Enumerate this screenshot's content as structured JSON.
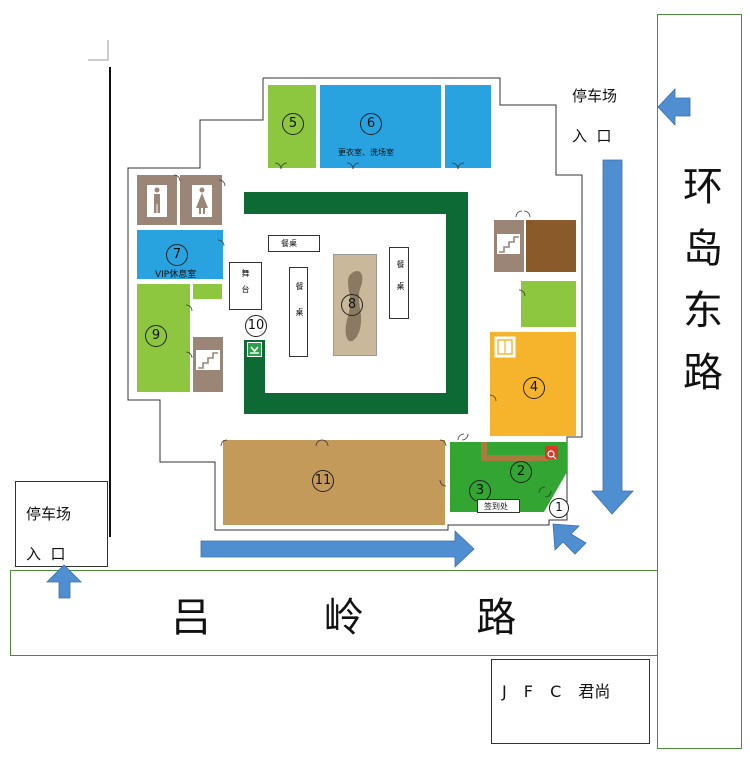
{
  "roads": {
    "east": "环岛东路",
    "south": "吕 岭 路"
  },
  "parking": {
    "top_right": {
      "line1": "停车场",
      "line2": "入  口"
    },
    "bottom_left": {
      "line1": "停车场",
      "line2": "入  口"
    }
  },
  "jfc_label": "J F C 君尚",
  "areas": {
    "a1": "1",
    "a2": "2",
    "a3": "3",
    "a4": "4",
    "a5": "5",
    "a6": "6",
    "a7": "7",
    "a8": "8",
    "a9": "9",
    "a10": "10",
    "a11": "11"
  },
  "text_labels": {
    "changing_room": "更衣室、洗场室",
    "vip_lounge": "VIP休息室",
    "dining_table": "餐桌",
    "stage": "舞台",
    "sign_in": "签到处"
  },
  "colors": {
    "green_room": "#8dc63f",
    "blue_room": "#29a3e0",
    "brown_room": "#9b8577",
    "dark_brown": "#8a5a2b",
    "orange_room": "#f6b42c",
    "tan_room": "#c49a5a",
    "forest_green": "#0d6a35",
    "bright_green": "#33a532",
    "arrow_blue": "#4f8ed0"
  }
}
